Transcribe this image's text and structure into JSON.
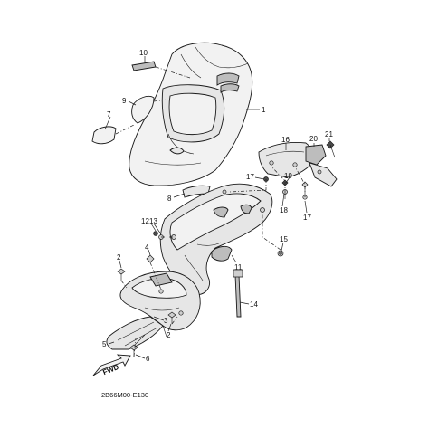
{
  "diagram": {
    "code": "2B66M00-E130",
    "fwd_label": "FWD",
    "callouts": [
      {
        "id": "c1",
        "text": "1"
      },
      {
        "id": "c2a",
        "text": "2"
      },
      {
        "id": "c2b",
        "text": "2"
      },
      {
        "id": "c3",
        "text": "3"
      },
      {
        "id": "c4",
        "text": "4"
      },
      {
        "id": "c5",
        "text": "5"
      },
      {
        "id": "c6",
        "text": "6"
      },
      {
        "id": "c7",
        "text": "7"
      },
      {
        "id": "c8",
        "text": "8"
      },
      {
        "id": "c9",
        "text": "9"
      },
      {
        "id": "c10",
        "text": "10"
      },
      {
        "id": "c11",
        "text": "11"
      },
      {
        "id": "c12",
        "text": "12"
      },
      {
        "id": "c13",
        "text": "13"
      },
      {
        "id": "c14",
        "text": "14"
      },
      {
        "id": "c15",
        "text": "15"
      },
      {
        "id": "c16",
        "text": "16"
      },
      {
        "id": "c17a",
        "text": "17"
      },
      {
        "id": "c17b",
        "text": "17"
      },
      {
        "id": "c18",
        "text": "18"
      },
      {
        "id": "c19",
        "text": "19"
      },
      {
        "id": "c20",
        "text": "20"
      },
      {
        "id": "c21",
        "text": "21"
      }
    ]
  }
}
